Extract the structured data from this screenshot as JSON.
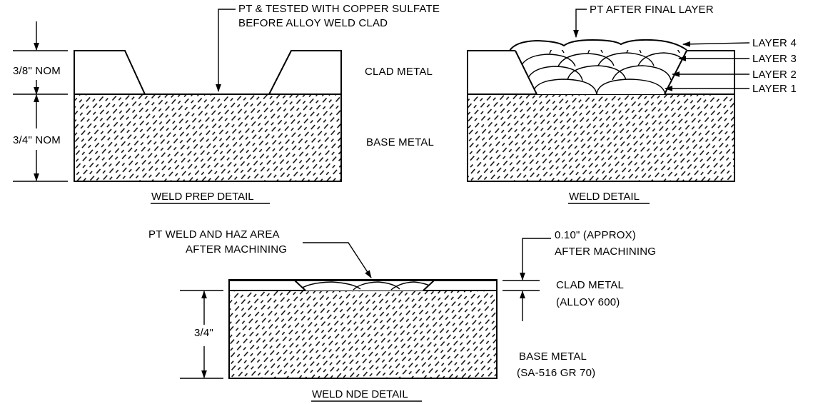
{
  "colors": {
    "ink": "#000000",
    "paper": "#ffffff"
  },
  "weld_prep_detail": {
    "title": "WELD PREP DETAIL",
    "callout_line1": "PT & TESTED WITH COPPER SULFATE",
    "callout_line2": "BEFORE ALLOY WELD CLAD",
    "dim_clad": "3/8\" NOM",
    "dim_base": "3/4\" NOM",
    "clad_label": "CLAD METAL",
    "base_label": "BASE METAL"
  },
  "weld_detail": {
    "title": "WELD DETAIL",
    "callout": "PT AFTER FINAL LAYER",
    "layers": [
      "LAYER 4",
      "LAYER 3",
      "LAYER 2",
      "LAYER 1"
    ]
  },
  "weld_nde_detail": {
    "title": "WELD NDE DETAIL",
    "callout_line1": "PT WELD AND HAZ AREA",
    "callout_line2": "AFTER MACHINING",
    "thickness_line1": "0.10\" (APPROX)",
    "thickness_line2": "AFTER MACHINING",
    "clad_line1": "CLAD METAL",
    "clad_line2": "(ALLOY 600)",
    "dim_base": "3/4\"",
    "base_line1": "BASE METAL",
    "base_line2": "(SA-516 GR 70)"
  }
}
